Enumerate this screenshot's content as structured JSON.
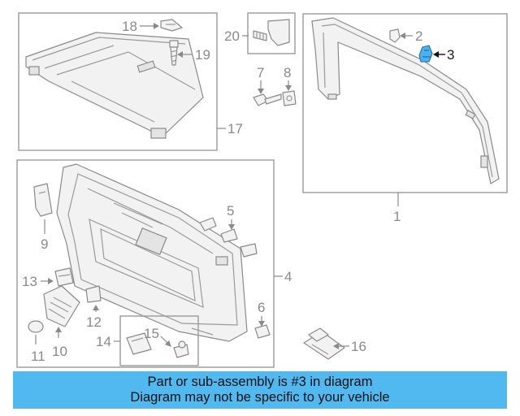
{
  "callouts": {
    "c1": "1",
    "c2": "2",
    "c3": "3",
    "c4": "4",
    "c5": "5",
    "c6": "6",
    "c7": "7",
    "c8": "8",
    "c9": "9",
    "c10": "10",
    "c11": "11",
    "c12": "12",
    "c13": "13",
    "c14": "14",
    "c15": "15",
    "c16": "16",
    "c17": "17",
    "c18": "18",
    "c19": "19",
    "c20": "20"
  },
  "highlighted_part": "3",
  "colors": {
    "highlight": "#4ab2ee",
    "banner": "#52b8f0",
    "line": "#8a8a8a"
  },
  "banner": {
    "line1": "Part or sub-assembly is #3 in diagram",
    "line2": "Diagram may not be specific to your vehicle"
  }
}
